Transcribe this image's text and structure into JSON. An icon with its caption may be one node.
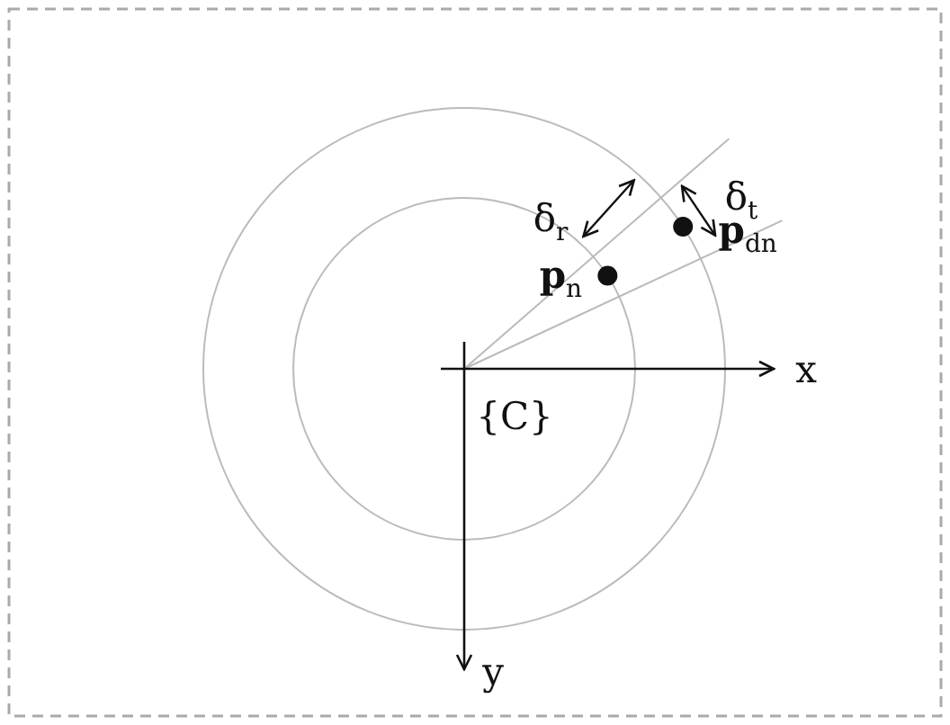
{
  "diagram": {
    "labels": [
      "δ$_{r}$",
      "δ$_{t}$",
      "**p**$_{n}$",
      "**p**$_{dn}$",
      "x",
      "{C}",
      "y"
    ]
  }
}
